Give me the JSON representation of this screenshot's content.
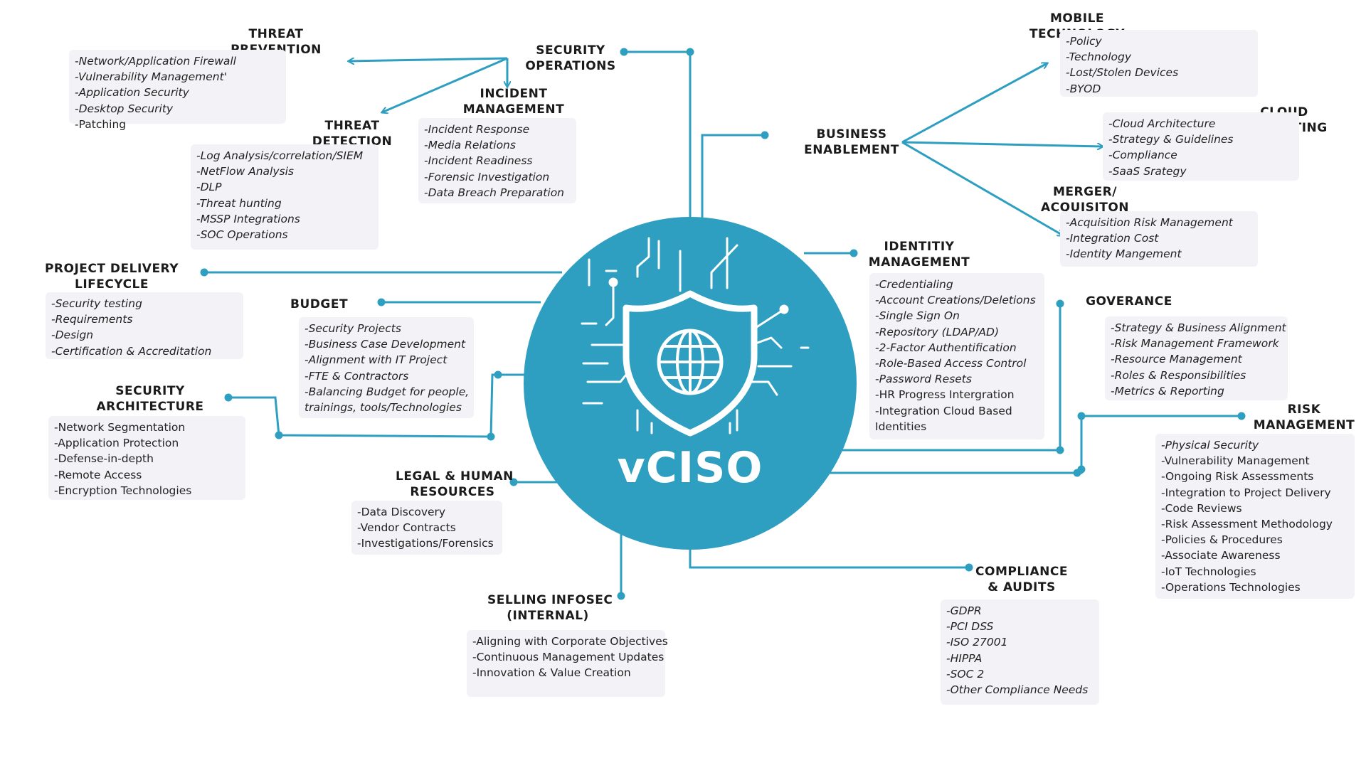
{
  "colors": {
    "connector": "#2e9fc0",
    "box_bg": "#f3f2f6",
    "center_bg": "#2e9fc0"
  },
  "center": {
    "label": "vCISO",
    "icon": "shield-globe-circuit-icon"
  },
  "nodes": {
    "threat_prevention": {
      "title": [
        "THREAT",
        "PREVENTION"
      ],
      "items": [
        "-Network/Application Firewall",
        "-Vulnerability Management'",
        "-Application Security",
        "-Desktop Security",
        "-Patching"
      ]
    },
    "security_operations": {
      "title": [
        "SECURITY",
        "OPERATIONS"
      ]
    },
    "incident_management": {
      "title": [
        "INCIDENT",
        "MANAGEMENT"
      ],
      "items": [
        "-Incident Response",
        "-Media Relations",
        "-Incident Readiness",
        "-Forensic Investigation",
        "-Data Breach Preparation"
      ]
    },
    "threat_detection": {
      "title": [
        "THREAT",
        "DETECTION"
      ],
      "items": [
        "-Log Analysis/correlation/SIEM",
        "-NetFlow Analysis",
        "-DLP",
        "-Threat hunting",
        "-MSSP Integrations",
        "-SOC Operations"
      ]
    },
    "mobile_technology": {
      "title": [
        "MOBILE",
        "TECHNOLOGY"
      ],
      "items": [
        "-Policy",
        "-Technology",
        "-Lost/Stolen Devices",
        "-BYOD"
      ]
    },
    "business_enablement": {
      "title": [
        "BUSINESS",
        "ENABLEMENT"
      ]
    },
    "cloud_computing": {
      "title": [
        "CLOUD",
        "COMPUTING"
      ],
      "items": [
        "-Cloud Architecture",
        "-Strategy & Guidelines",
        "-Compliance",
        "-SaaS Srategy"
      ]
    },
    "merger_acquisition": {
      "title": [
        "MERGER/",
        "ACQUISITON"
      ],
      "items": [
        "-Acquisition Risk Management",
        "-Integration Cost",
        "-Identity Mangement"
      ]
    },
    "project_delivery": {
      "title": [
        "PROJECT DELIVERY",
        "LIFECYCLE"
      ],
      "items": [
        "-Security testing",
        "-Requirements",
        "-Design",
        "-Certification & Accreditation"
      ]
    },
    "budget": {
      "title": [
        "BUDGET"
      ],
      "items": [
        "-Security Projects",
        "-Business Case Development",
        "-Alignment with IT Project",
        "-FTE & Contractors",
        "-Balancing Budget for people,",
        "trainings, tools/Technologies"
      ]
    },
    "identity_management": {
      "title": [
        "IDENTITIY",
        "MANAGEMENT"
      ],
      "items": [
        "-Credentialing",
        "-Account Creations/Deletions",
        "-Single Sign On",
        "-Repository (LDAP/AD)",
        "-2-Factor Authentification",
        "-Role-Based Access Control",
        "-Password Resets",
        "-HR Progress Intergration",
        "-Integration Cloud Based",
        "Identities"
      ]
    },
    "goverance": {
      "title": [
        "GOVERANCE"
      ],
      "items": [
        "-Strategy & Business Alignment",
        "-Risk Management Framework",
        "-Resource Management",
        "-Roles & Responsibilities",
        "-Metrics & Reporting"
      ]
    },
    "security_architecture": {
      "title": [
        "SECURITY",
        "ARCHITECTURE"
      ],
      "items": [
        "-Network Segmentation",
        "-Application Protection",
        "-Defense-in-depth",
        "-Remote Access",
        "-Encryption Technologies"
      ]
    },
    "risk_management": {
      "title": [
        "RISK",
        "MANAGEMENT"
      ],
      "items": [
        "-Physical Security",
        "-Vulnerability Management",
        "-Ongoing Risk Assessments",
        "-Integration to Project Delivery",
        "-Code Reviews",
        "-Risk Assessment Methodology",
        "-Policies & Procedures",
        "-Associate Awareness",
        "-IoT Technologies",
        "-Operations Technologies"
      ]
    },
    "legal_hr": {
      "title": [
        "LEGAL & HUMAN",
        "RESOURCES"
      ],
      "items": [
        "-Data Discovery",
        "-Vendor Contracts",
        "-Investigations/Forensics"
      ]
    },
    "selling_infosec": {
      "title": [
        "SELLING INFOSEC",
        "(INTERNAL)"
      ],
      "items": [
        "-Aligning with Corporate Objectives",
        "-Continuous Management Updates",
        "-Innovation & Value Creation"
      ]
    },
    "compliance_audits": {
      "title": [
        "COMPLIANCE",
        "& AUDITS"
      ],
      "items": [
        "-GDPR",
        "-PCI DSS",
        "-ISO 27001",
        "-HIPPA",
        "-SOC 2",
        "-Other Compliance Needs"
      ]
    }
  }
}
